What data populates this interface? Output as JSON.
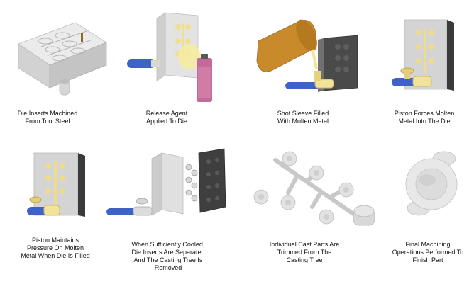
{
  "steps": [
    {
      "caption_lines": [
        "Die Inserts Machined",
        "From Tool Steel"
      ]
    },
    {
      "caption_lines": [
        "Release Agent",
        "Applied To Die"
      ]
    },
    {
      "caption_lines": [
        "Shot Sleeve Filled",
        "With Molten Metal"
      ]
    },
    {
      "caption_lines": [
        "Piston Forces Molten",
        "Metal Into The Die"
      ]
    },
    {
      "caption_lines": [
        "Piston Maintains",
        "Pressure On Molten",
        "Metal When Die Is Filled"
      ]
    },
    {
      "caption_lines": [
        "When Sufficiently Cooled,",
        "Die Inserts Are Separated",
        "And The Casting Tree Is",
        "Removed"
      ]
    },
    {
      "caption_lines": [
        "Individual Cast Parts Are",
        "Trimmed From The",
        "Casting Tree"
      ]
    },
    {
      "caption_lines": [
        "Final Machining",
        "Operations Performed To",
        "Finish Part"
      ]
    }
  ],
  "colors": {
    "die_light": "#e6e6e6",
    "die_side": "#c8c8c8",
    "die_dark": "#3a3a3a",
    "metal": "#f2e39a",
    "ladle": "#c98a2c",
    "piston_blue": "#3d63c9",
    "spray_can": "#c46a9a"
  }
}
